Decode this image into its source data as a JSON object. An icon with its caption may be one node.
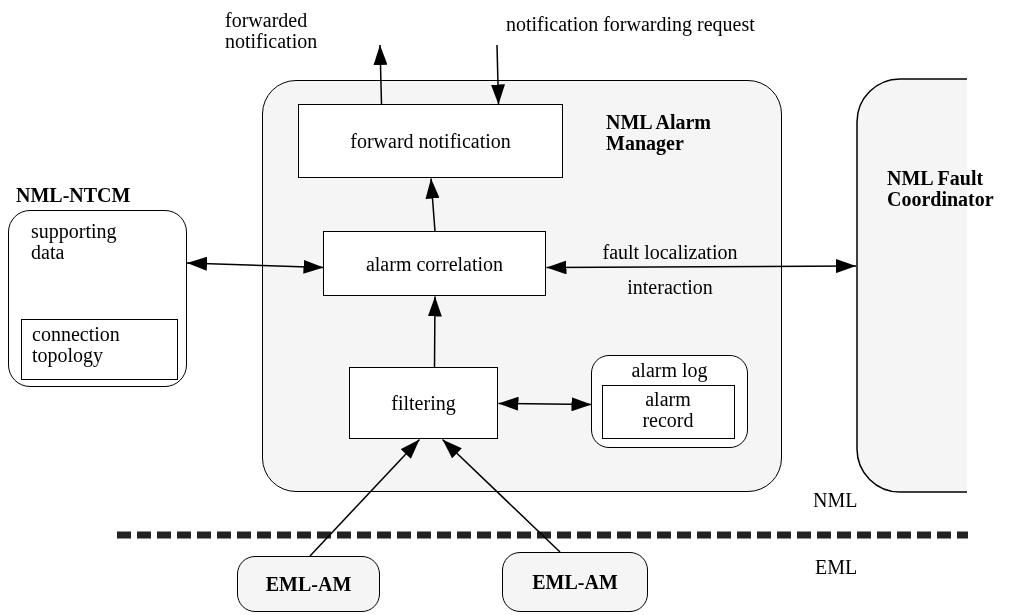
{
  "diagram": {
    "nodes": [
      {
        "text": [
          "NML Alarm Manager"
        ]
      },
      {
        "text": [
          "forward notification"
        ],
        "in": 0
      },
      {
        "text": [
          "alarm correlation"
        ],
        "in": 0
      },
      {
        "text": [
          "filtering"
        ],
        "in": 0
      },
      {
        "text": [
          "alarm log"
        ],
        "in": 0
      },
      {
        "text": [
          "alarm record"
        ],
        "in": 4
      },
      {
        "text": [
          "NML-NTCM",
          "supporting data"
        ]
      },
      {
        "text": [
          "connection topology"
        ],
        "in": 6
      },
      {
        "text": [
          "NML Fault Coordinator"
        ]
      },
      {
        "text": [
          "EML-AM"
        ]
      },
      {
        "text": [
          "EML-AM"
        ]
      }
    ],
    "edges": [
      {
        "from": 2,
        "to": 1,
        "arrow": "to"
      },
      {
        "from": 1,
        "to": null,
        "arrow": "to"
      },
      {
        "from": null,
        "to": 1,
        "arrow": "to"
      },
      {
        "from": 6,
        "to": 2,
        "arrow": "both"
      },
      {
        "from": 2,
        "to": 8,
        "arrow": "both",
        "label": "fault localization interaction"
      },
      {
        "from": 3,
        "to": 2,
        "arrow": "to"
      },
      {
        "from": 3,
        "to": 4,
        "arrow": "both"
      },
      {
        "from": 9,
        "to": 3,
        "arrow": "to"
      },
      {
        "from": 10,
        "to": 3,
        "arrow": "to"
      }
    ],
    "labels": [
      "forwarded notification",
      "notification forwarding request",
      "NML",
      "EML"
    ]
  }
}
